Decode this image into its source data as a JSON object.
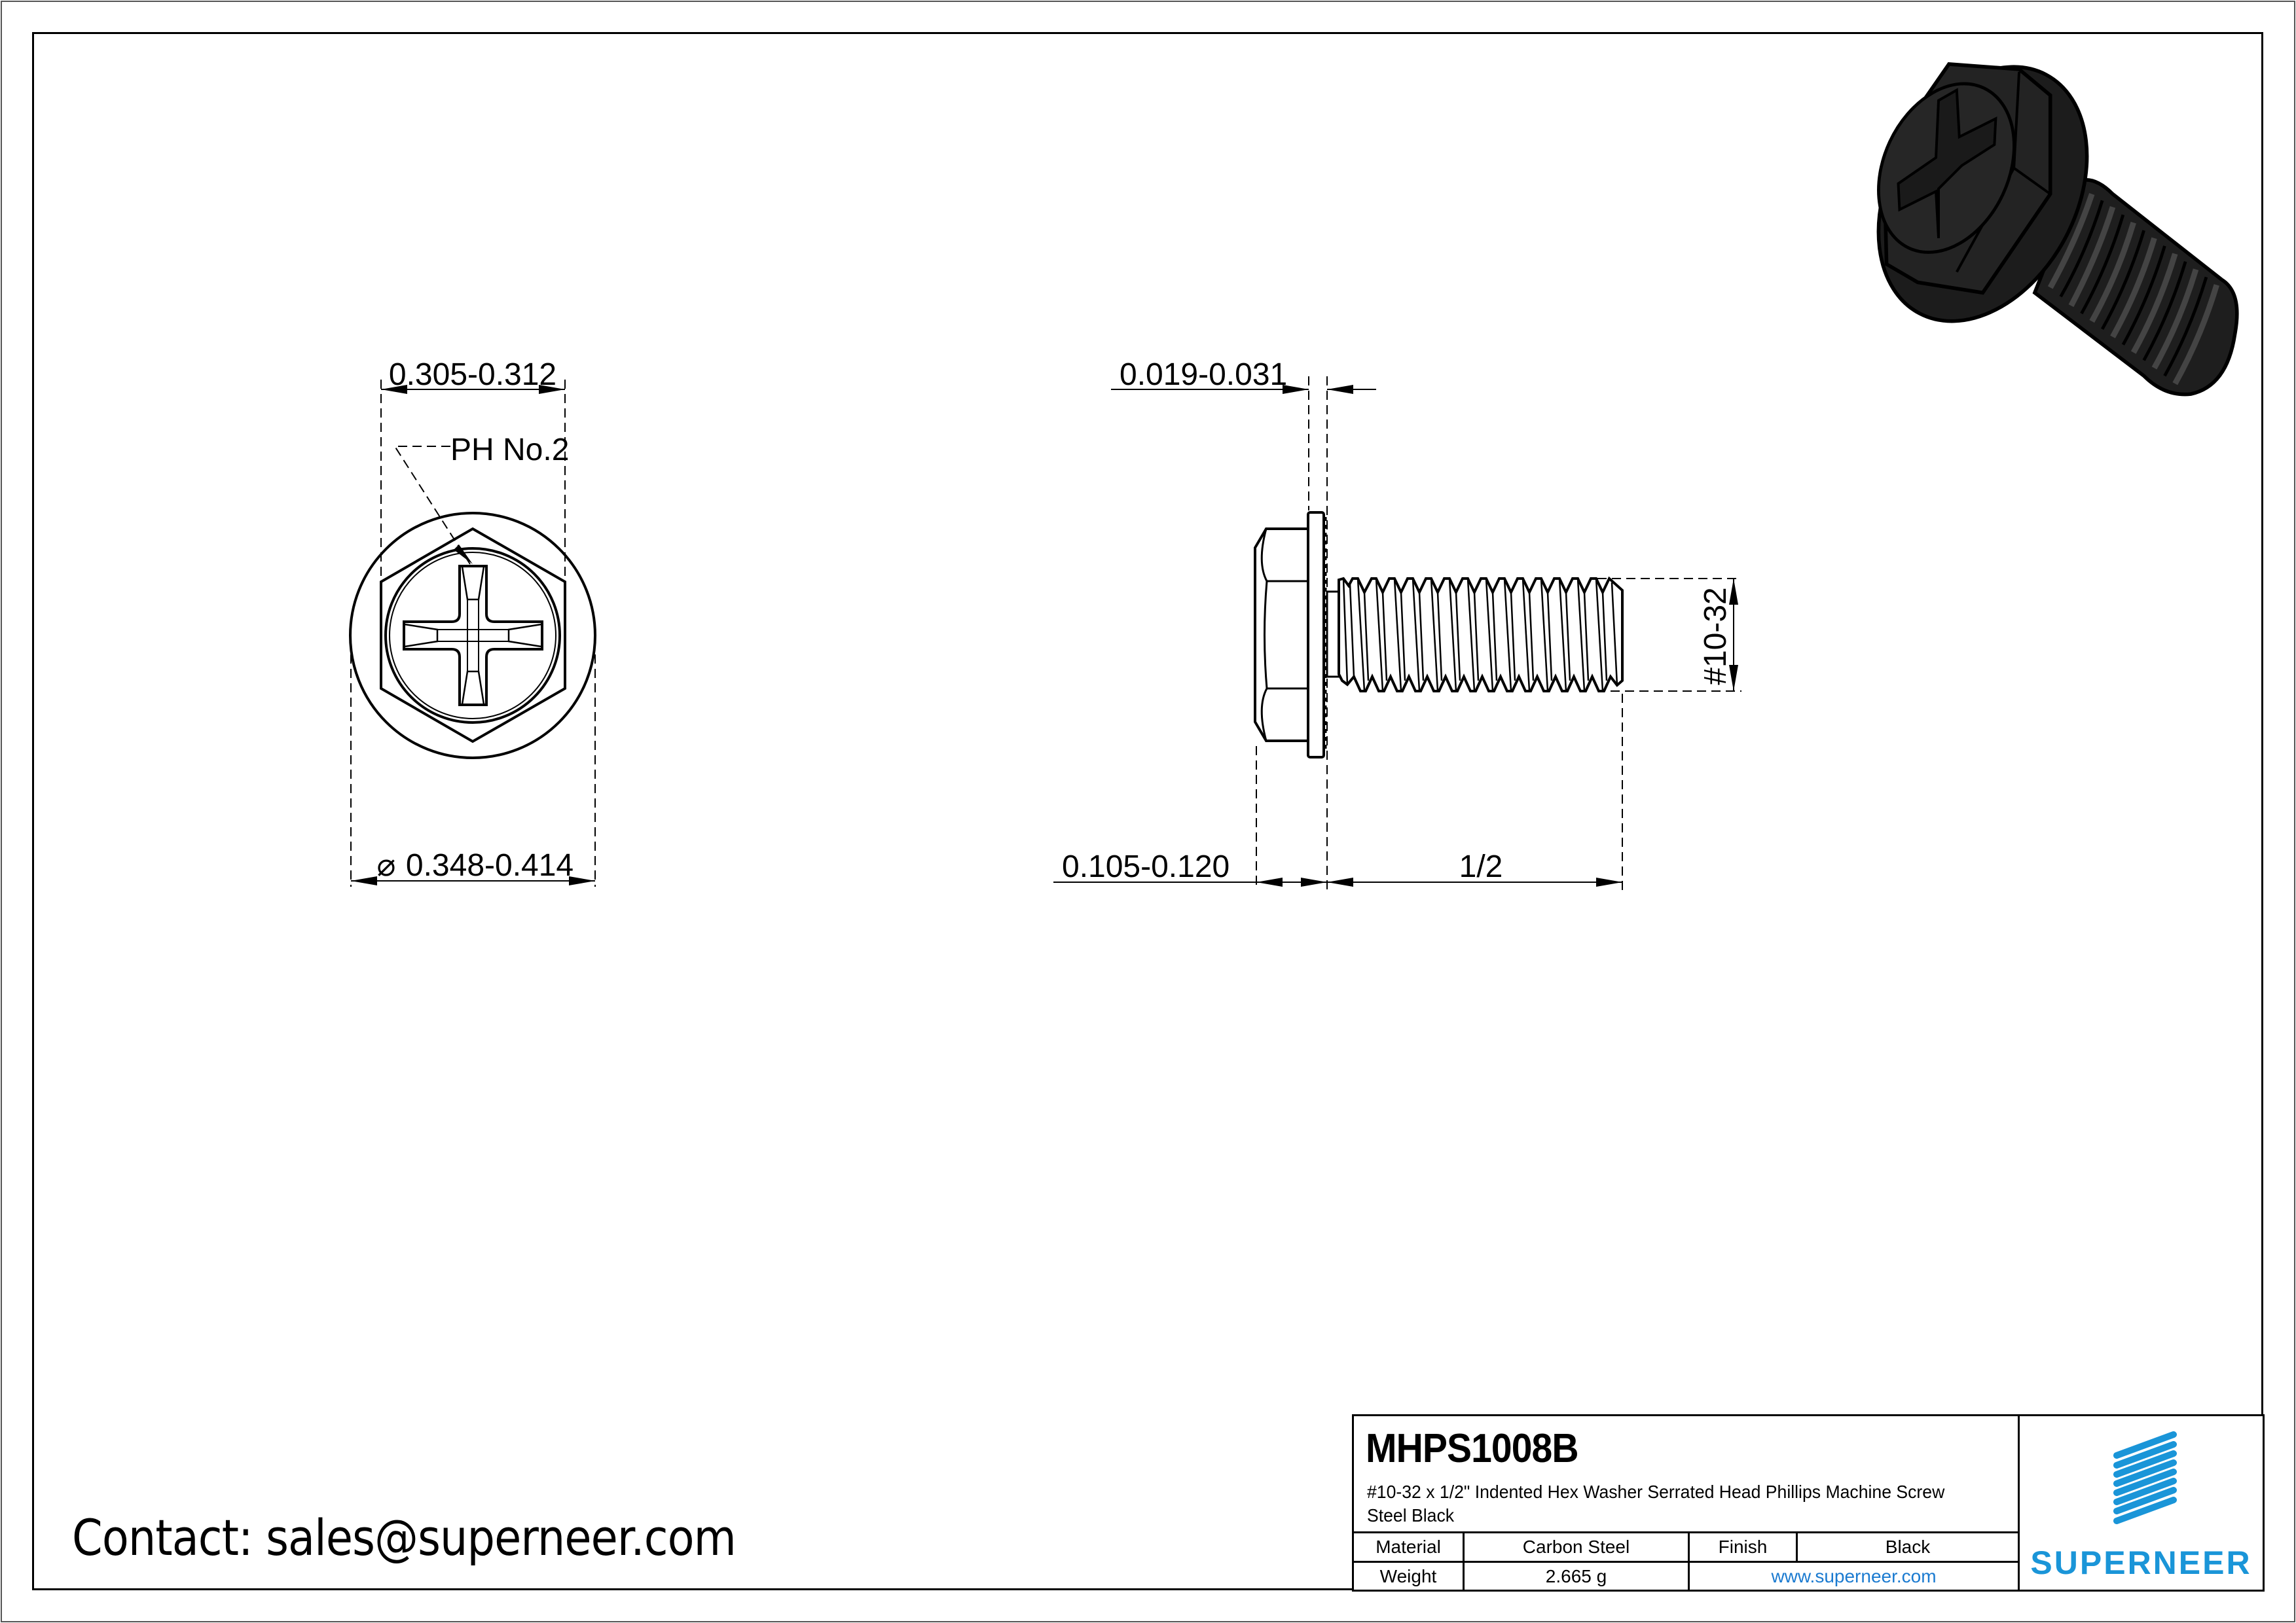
{
  "drawing": {
    "front_view": {
      "dim_top": "0.305-0.312",
      "callout": "PH No.2",
      "dim_bottom_symbol": "⌀",
      "dim_bottom": "0.348-0.414"
    },
    "side_view": {
      "dim_washer_thickness": "0.019-0.031",
      "dim_head_height": "0.105-0.120",
      "dim_length": "1/2",
      "dim_thread": "#10-32"
    },
    "render_3d": "black-screw-isometric-render"
  },
  "title_block": {
    "part_number": "MHPS1008B",
    "description": "#10-32 x 1/2\" Indented Hex Washer Serrated Head Phillips Machine Screw Steel Black",
    "material_label": "Material",
    "material_value": "Carbon Steel",
    "finish_label": "Finish",
    "finish_value": "Black",
    "weight_label": "Weight",
    "weight_value": "2.665 g",
    "website": "www.superneer.com",
    "logo_text": "SUPERNEER",
    "logo_color": "#1a95d8"
  },
  "contact": "Contact: sales@superneer.com"
}
